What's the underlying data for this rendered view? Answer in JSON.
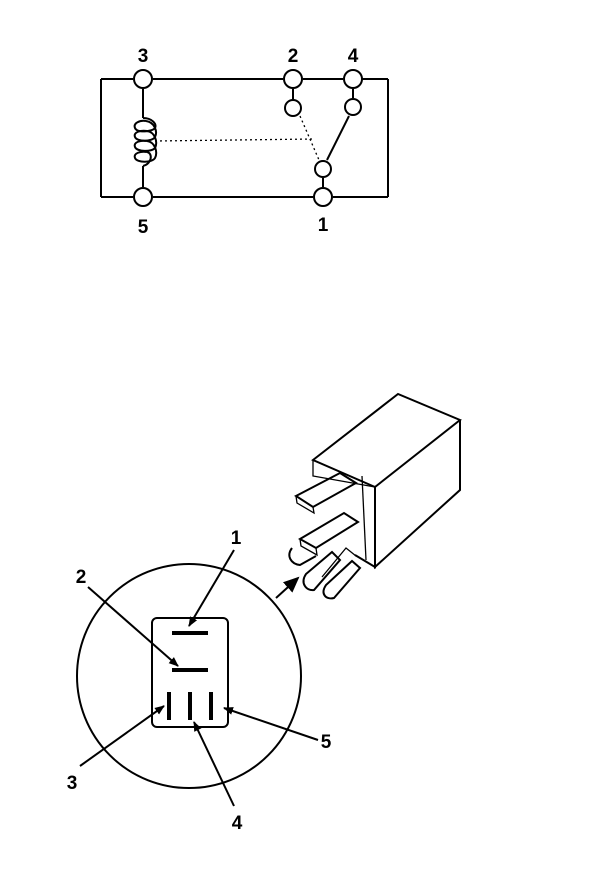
{
  "schematic": {
    "pin_labels": {
      "p3": "3",
      "p2": "2",
      "p4": "4",
      "p5": "5",
      "p1": "1"
    }
  },
  "connector_view": {
    "callouts": {
      "c1": "1",
      "c2": "2",
      "c3": "3",
      "c4": "4",
      "c5": "5"
    }
  }
}
